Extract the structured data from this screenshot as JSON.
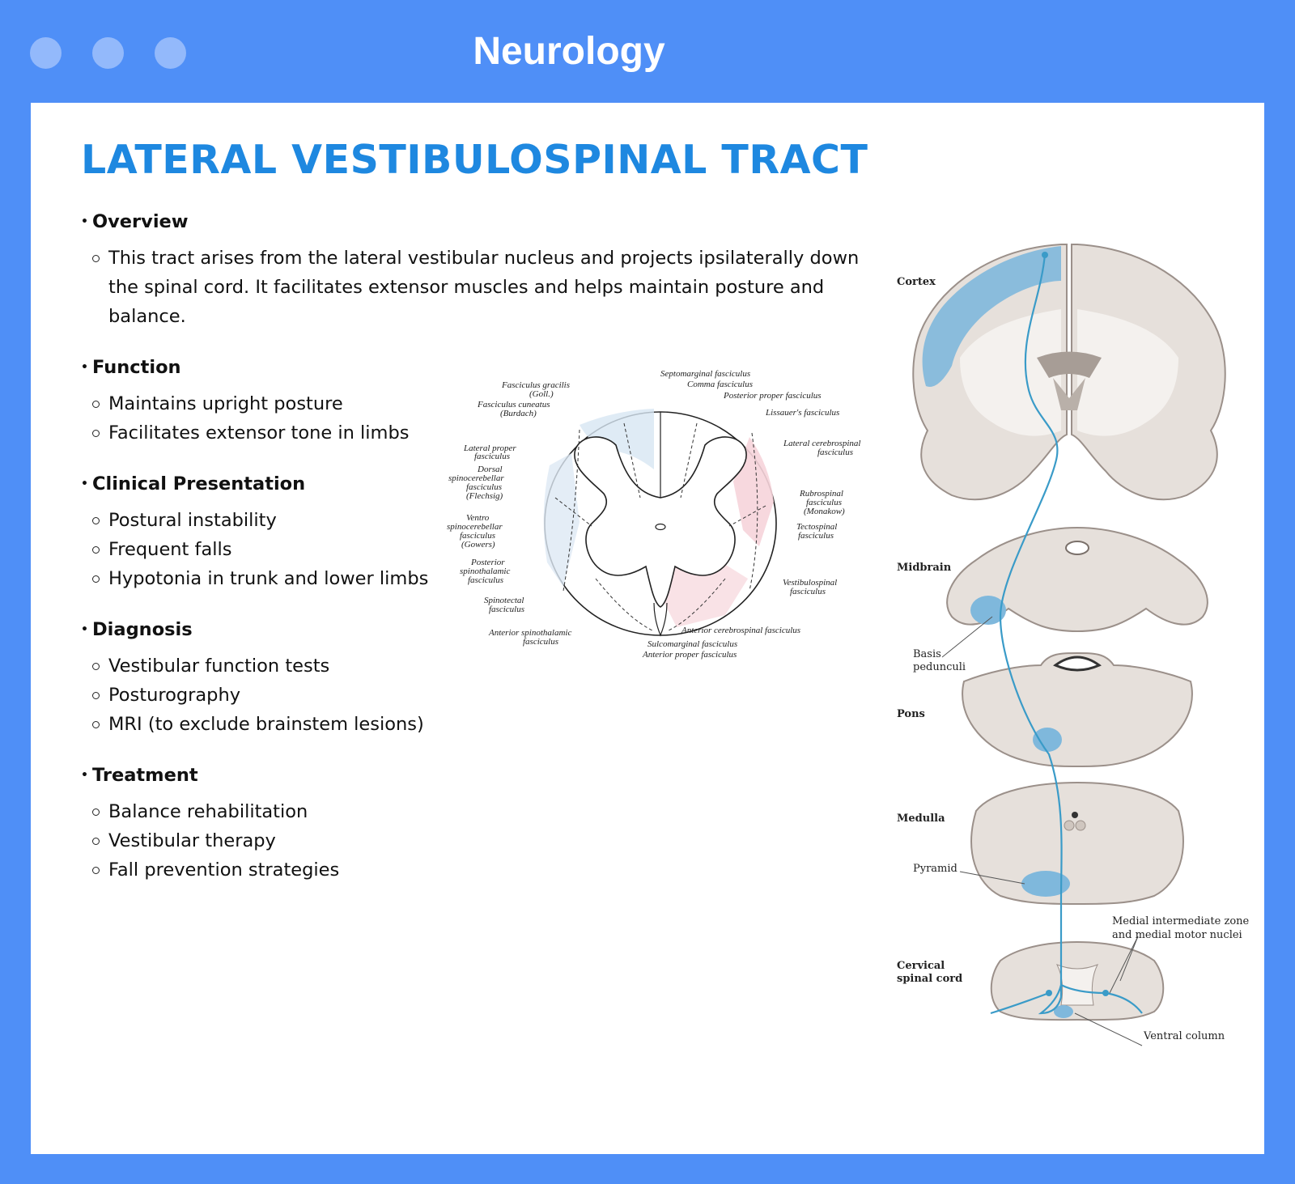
{
  "window": {
    "title": "Neurology"
  },
  "page": {
    "title": "LATERAL VESTIBULOSPINAL TRACT"
  },
  "sections": [
    {
      "heading": "Overview",
      "items": [
        "This tract arises from the lateral vestibular nucleus and projects ipsilaterally down the spinal cord. It facilitates extensor muscles and helps maintain posture and balance."
      ]
    },
    {
      "heading": "Function",
      "items": [
        "Maintains upright posture",
        "Facilitates extensor tone in limbs"
      ]
    },
    {
      "heading": "Clinical Presentation",
      "items": [
        "Postural instability",
        "Frequent falls",
        "Hypotonia in trunk and lower limbs"
      ]
    },
    {
      "heading": "Diagnosis",
      "items": [
        "Vestibular function tests",
        "Posturography",
        "MRI (to exclude brainstem lesions)"
      ]
    },
    {
      "heading": "Treatment",
      "items": [
        "Balance rehabilitation",
        "Vestibular therapy",
        "Fall prevention strategies"
      ]
    }
  ],
  "spinal_figure": {
    "labels": {
      "septomarginal": "Septomarginal fasciculus",
      "comma": "Comma fasciculus",
      "post_proper": "Posterior proper fasciculus",
      "lissauer": "Lissauer's fasciculus",
      "gracilis_1": "Fasciculus gracilis",
      "gracilis_2": "(Goll.)",
      "cuneatus_1": "Fasciculus cuneatus",
      "cuneatus_2": "(Burdach)",
      "lat_proper_1": "Lateral proper",
      "lat_proper_2": "fasciculus",
      "dorsal_sc_1": "Dorsal",
      "dorsal_sc_2": "spinocerebellar",
      "dorsal_sc_3": "fasciculus",
      "dorsal_sc_4": "(Flechsig)",
      "ventro_sc_1": "Ventro",
      "ventro_sc_2": "spinocerebellar",
      "ventro_sc_3": "fasciculus",
      "ventro_sc_4": "(Gowers)",
      "post_st_1": "Posterior",
      "post_st_2": "spinothalamic",
      "post_st_3": "fasciculus",
      "spinotectal_1": "Spinotectal",
      "spinotectal_2": "fasciculus",
      "ant_st_1": "Anterior spinothalamic",
      "ant_st_2": "fasciculus",
      "lat_cs_1": "Lateral cerebrospinal",
      "lat_cs_2": "fasciculus",
      "rubro_1": "Rubrospinal",
      "rubro_2": "fasciculus",
      "rubro_3": "(Monakow)",
      "tecto_1": "Tectospinal",
      "tecto_2": "fasciculus",
      "vestibulo_1": "Vestibulospinal",
      "vestibulo_2": "fasciculus",
      "ant_cs": "Anterior cerebrospinal fasciculus",
      "sulco": "Sulcomarginal fasciculus",
      "ant_proper": "Anterior proper fasciculus"
    }
  },
  "tract_figure": {
    "labels": {
      "cortex": "Cortex",
      "midbrain": "Midbrain",
      "basis_1": "Basis",
      "basis_2": "pedunculi",
      "pons": "Pons",
      "medulla": "Medulla",
      "pyramid": "Pyramid",
      "medial_1": "Medial intermediate zone",
      "medial_2": "and medial motor nuclei",
      "cervical_1": "Cervical",
      "cervical_2": "spinal cord",
      "ventral": "Ventral column"
    },
    "colors": {
      "tract": "#3a9bc8",
      "highlight": "#7fb8dc",
      "tissue": "#e6e0db",
      "white_matter": "#f4f1ee",
      "outline": "#9b908a"
    }
  }
}
